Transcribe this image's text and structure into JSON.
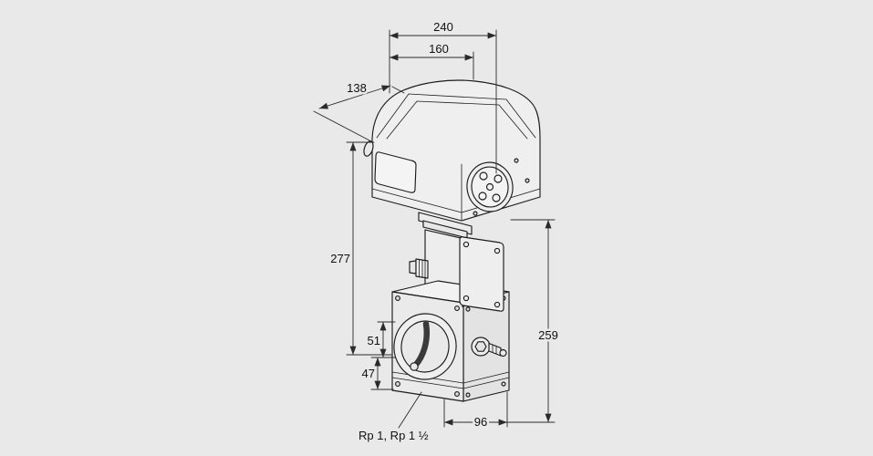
{
  "drawing": {
    "subject": "control-valve-with-actuator-dimensional-drawing",
    "background_color": "#e9e9e9",
    "line_color": "#1c1c1c",
    "dims": {
      "d240": "240",
      "d160": "160",
      "d138": "138",
      "d277": "277",
      "d259": "259",
      "d51": "51",
      "d47": "47",
      "d96": "96",
      "connection": "Rp 1, Rp 1 ½"
    }
  }
}
